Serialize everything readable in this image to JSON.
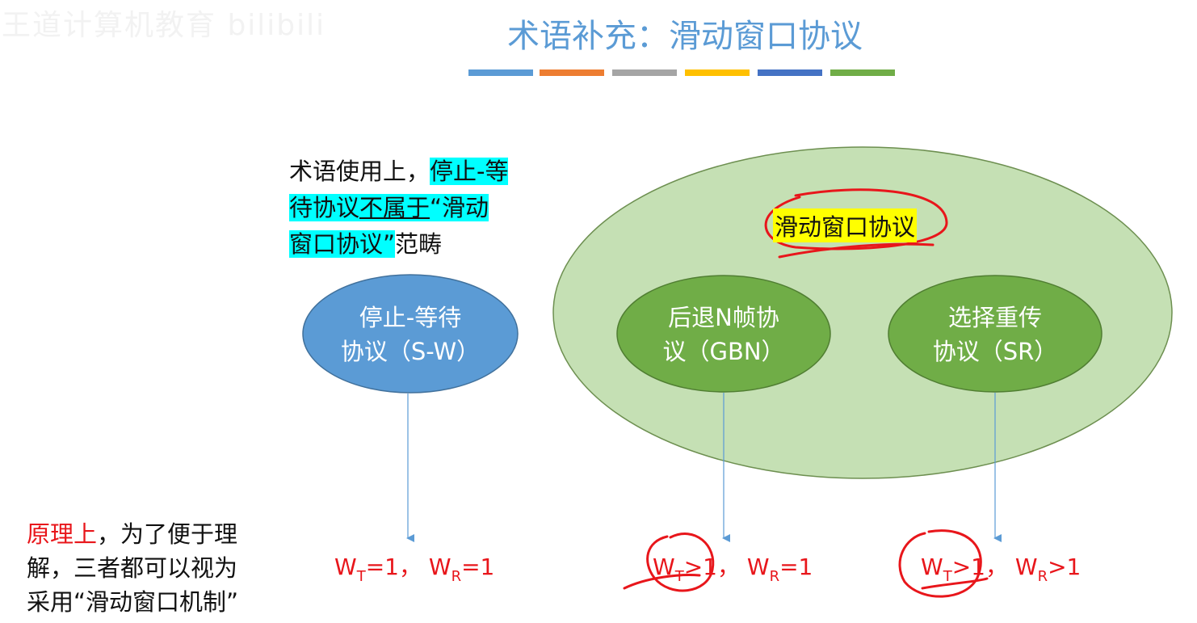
{
  "watermark": "王道计算机教育 bilibili",
  "title": "术语补充：滑动窗口协议",
  "colors": {
    "title": "#5b9bd5",
    "bars": [
      "#5b9bd5",
      "#ed7d31",
      "#a5a5a5",
      "#ffc000",
      "#4472c4",
      "#70ad47"
    ],
    "highlight": "#00ffff",
    "red": "#e8161b"
  },
  "note": {
    "line1_plain": "术语使用上，",
    "line1_hl": "停止-等",
    "line2_hl_a": "待协议",
    "line2_hl_u": "不属于",
    "line2_hl_b": "“滑动",
    "line3_hl": "窗口协议”",
    "line3_plain": "范畴"
  },
  "sliding_window_label": "滑动窗口协议",
  "protocols": [
    {
      "line1": "停止-等待",
      "line2": "协议（S-W）",
      "formula": {
        "wt": "W",
        "wt_sub": "T",
        "wt_val": "=1，",
        "wr": "W",
        "wr_sub": "R",
        "wr_val": "=1"
      }
    },
    {
      "line1": "后退N帧协",
      "line2": "议（GBN）",
      "formula": {
        "wt": "W",
        "wt_sub": "T",
        "wt_val": ">1，",
        "wr": "W",
        "wr_sub": "R",
        "wr_val": "=1"
      }
    },
    {
      "line1": "选择重传",
      "line2": "协议（SR）",
      "formula": {
        "wt": "W",
        "wt_sub": "T",
        "wt_val": ">1，",
        "wr": "W",
        "wr_sub": "R",
        "wr_val": ">1"
      }
    }
  ],
  "principle": {
    "red": "原理上",
    "line1_rest": "，为了便于理",
    "line2": "解，三者都可以视为",
    "line3": "采用“滑动窗口机制”"
  }
}
